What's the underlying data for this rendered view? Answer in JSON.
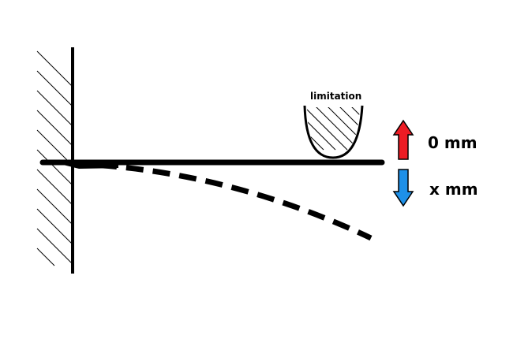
{
  "labels": {
    "limitation": "limitation",
    "up_value": "0 mm",
    "down_value": "x mm"
  },
  "colors": {
    "stroke": "#000000",
    "up_arrow": "#ed1c24",
    "down_arrow": "#1e90e8"
  }
}
